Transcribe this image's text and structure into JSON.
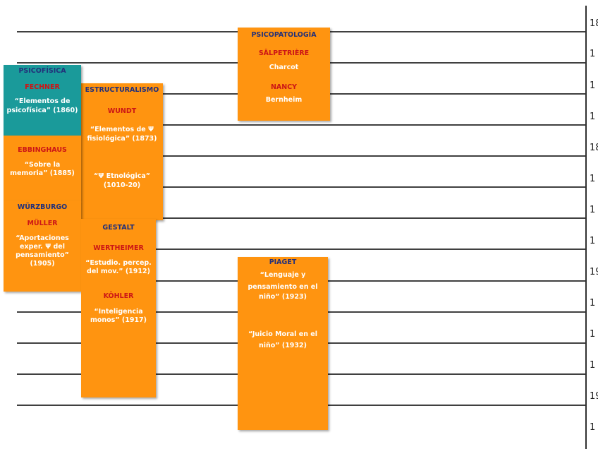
{
  "timeline": {
    "year_labels": [
      "18",
      "1",
      "1",
      "1",
      "18",
      "1",
      "1",
      "1",
      "19",
      "1",
      "1",
      "1",
      "19",
      "1"
    ]
  },
  "colors": {
    "box_orange": "#ff9410",
    "box_teal": "#1a9a9a",
    "heading_blue": "#22307a",
    "name_red": "#cc1616",
    "body_white": "#ffffff"
  },
  "psicopatologia": {
    "heading": "PSICOPATOLOGÍA",
    "school1": "SÂLPETRIÈRE",
    "person1": "Charcot",
    "school2": "NANCY",
    "person2": "Bernheim"
  },
  "psicofisica": {
    "heading": "PSICOFÍSICA",
    "author": "FECHNER",
    "work_line1": "“Elementos de",
    "work_line2": "psicofísica” (1860)"
  },
  "ebbinghaus": {
    "author": "EBBINGHAUS",
    "work_line1": "“Sobre la",
    "work_line2": "memoria” (1885)"
  },
  "wurzburgo": {
    "heading": "WÜRZBURGO",
    "author": "MÜLLER",
    "work_line1": "“Aportaciones",
    "work_line2": "exper. Ψ del",
    "work_line3": "pensamiento”",
    "work_line4": "(1905)"
  },
  "estructuralismo": {
    "heading": "ESTRUCTURALISMO",
    "author": "WUNDT",
    "work1_line1": "“Elementos de Ψ",
    "work1_line2": "fisiológica” (1873)",
    "work2_line1": "“Ψ Etnológica”",
    "work2_line2": "(1010-20)"
  },
  "gestalt": {
    "heading": "GESTALT",
    "author1": "WERTHEIMER",
    "work1_line1": "“Estudio. percep.",
    "work1_line2": "del mov.” (1912)",
    "author2": "KÖHLER",
    "work2_line1": "“Inteligencia",
    "work2_line2": "monos” (1917)"
  },
  "piaget": {
    "author": "PIAGET",
    "work1_line1": "“Lenguaje y",
    "work1_line2": "pensamiento en el",
    "work1_line3": "niño” (1923)",
    "work2_line1": "“Juicio Moral en el",
    "work2_line2": "niño” (1932)"
  }
}
